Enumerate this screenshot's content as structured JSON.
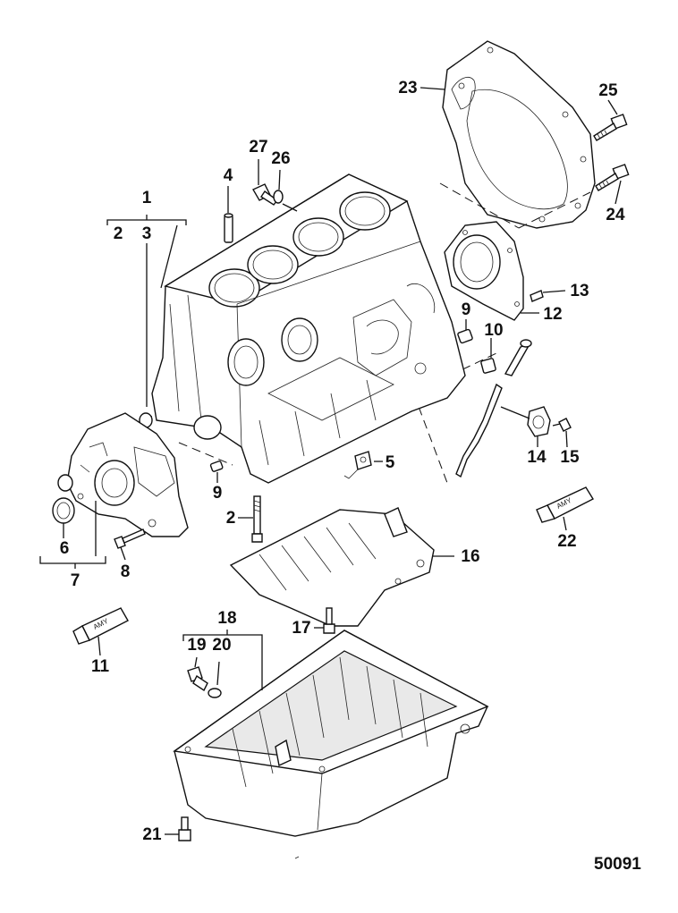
{
  "diagram": {
    "callouts": {
      "c1": "1",
      "c2a": "2",
      "c3": "3",
      "c4": "4",
      "c5": "5",
      "c6": "6",
      "c7": "7",
      "c8": "8",
      "c9a": "9",
      "c9b": "9",
      "c10": "10",
      "c11": "11",
      "c12": "12",
      "c13": "13",
      "c14": "14",
      "c15": "15",
      "c16": "16",
      "c17": "17",
      "c18": "18",
      "c19": "19",
      "c2b": "2",
      "c20": "20",
      "c21": "21",
      "c22": "22",
      "c23": "23",
      "c24": "24",
      "c25": "25",
      "c26": "26",
      "c27": "27"
    },
    "tube_label": "AMY",
    "figure_number": "50091"
  }
}
